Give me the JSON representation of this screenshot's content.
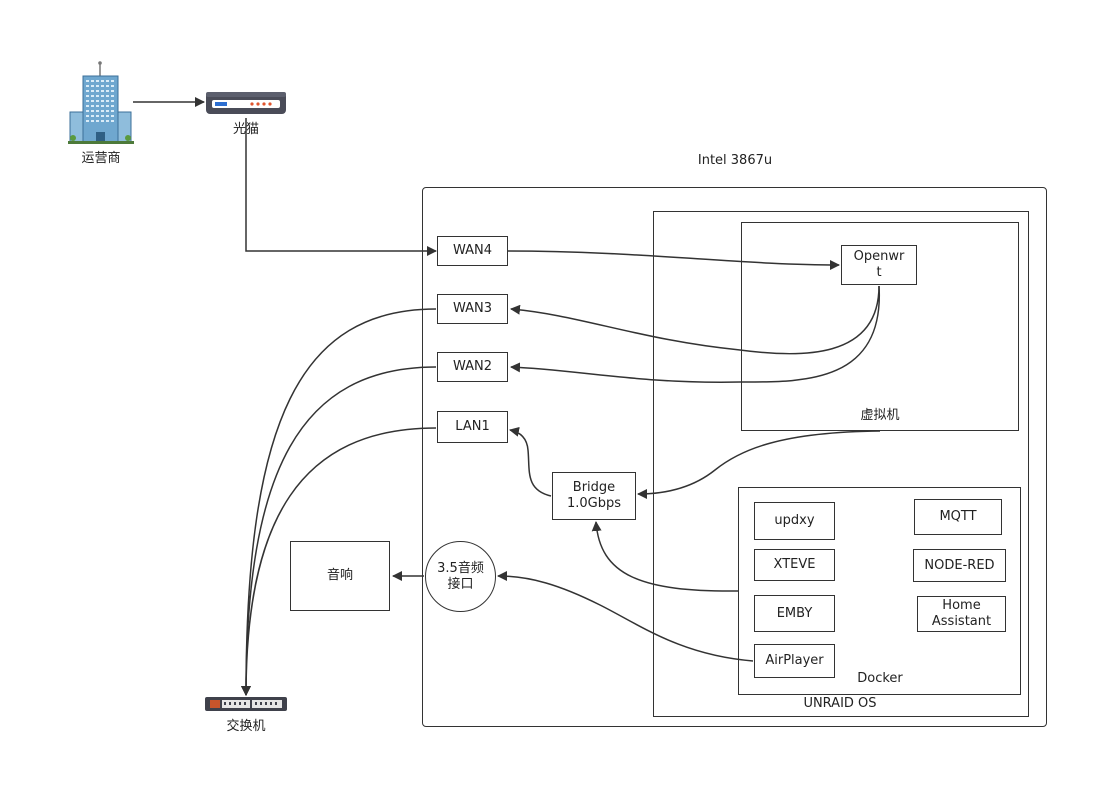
{
  "nodes": {
    "isp": "运营商",
    "modem": "光猫",
    "switch": "交换机",
    "host": "Intel 3867u",
    "unraid": "UNRAID OS",
    "vm": "虚拟机",
    "docker": "Docker",
    "wan4": "WAN4",
    "wan3": "WAN3",
    "wan2": "WAN2",
    "lan1": "LAN1",
    "bridge": "Bridge\n1.0Gbps",
    "audio_port": "3.5音频\n接口",
    "speaker": "音响",
    "openwrt": "Openwr\nt",
    "updxy": "updxy",
    "xteve": "XTEVE",
    "emby": "EMBY",
    "airplayer": "AirPlayer",
    "mqtt": "MQTT",
    "node_red": "NODE-RED",
    "home_assistant": "Home\nAssistant"
  },
  "colors": {
    "stroke": "#333333",
    "background": "#ffffff"
  },
  "icons": {
    "isp": "building-icon",
    "modem": "modem-icon",
    "switch": "network-switch-icon"
  }
}
